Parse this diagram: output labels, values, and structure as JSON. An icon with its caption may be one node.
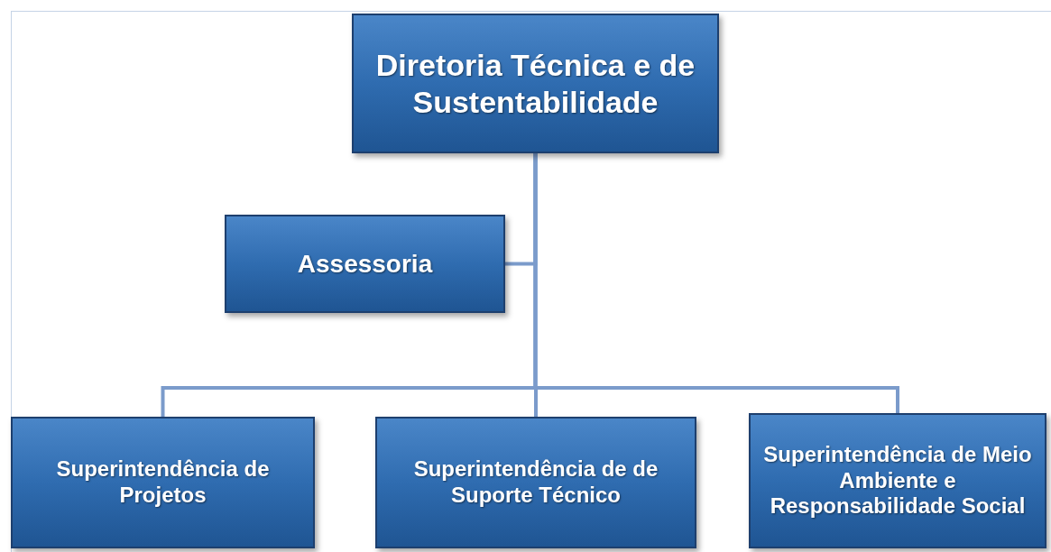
{
  "diagram": {
    "nodes": [
      {
        "text": [
          "Diretoria Técnica e de Sustentabilidade"
        ]
      },
      {
        "text": [
          "Assessoria"
        ]
      },
      {
        "text": [
          "Superintendência de Projetos"
        ]
      },
      {
        "text": [
          "Superintendência de de Suporte Técnico"
        ]
      },
      {
        "text": [
          "Superintendência de Meio Ambiente e Responsabilidade Social"
        ]
      }
    ],
    "edges": [
      {
        "from": 0,
        "to": 1,
        "arrow": "none"
      },
      {
        "from": 0,
        "to": 2,
        "arrow": "none"
      },
      {
        "from": 0,
        "to": 3,
        "arrow": "none"
      },
      {
        "from": 0,
        "to": 4,
        "arrow": "none"
      }
    ]
  }
}
